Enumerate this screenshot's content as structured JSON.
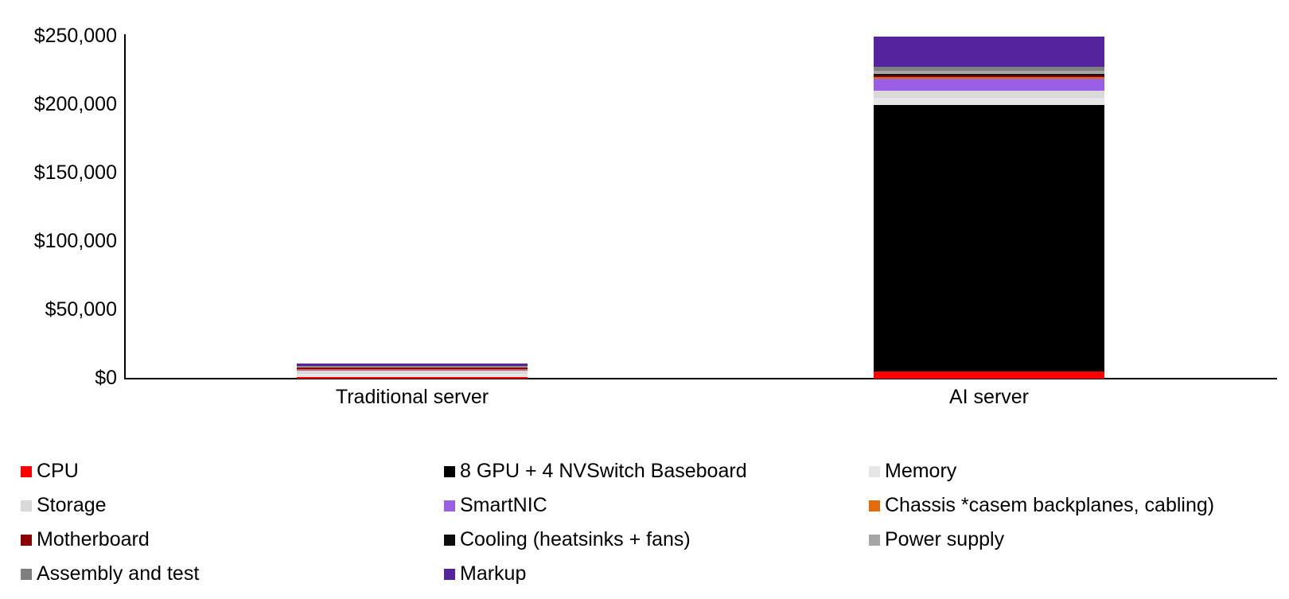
{
  "chart_data": {
    "type": "bar",
    "stacked": true,
    "title": "",
    "xlabel": "",
    "ylabel": "",
    "categories": [
      "Traditional server",
      "AI server"
    ],
    "series": [
      {
        "name": "CPU",
        "color": "#FF0000",
        "values": [
          1200,
          5000
        ]
      },
      {
        "name": "8 GPU + 4 NVSwitch Baseboard",
        "color": "#000000",
        "values": [
          0,
          195000
        ]
      },
      {
        "name": "Memory",
        "color": "#E7E6E6",
        "values": [
          2300,
          5000
        ]
      },
      {
        "name": "Storage",
        "color": "#D9D9D9",
        "values": [
          2300,
          5500
        ]
      },
      {
        "name": "SmartNIC",
        "color": "#9B5FE6",
        "values": [
          900,
          8500
        ]
      },
      {
        "name": "Chassis *casem backplanes, cabling)",
        "color": "#E36C0A",
        "values": [
          300,
          1200
        ]
      },
      {
        "name": "Motherboard",
        "color": "#8B0000",
        "values": [
          900,
          1300
        ]
      },
      {
        "name": "Cooling (heatsinks + fans)",
        "color": "#0D0D0D",
        "values": [
          300,
          1500
        ]
      },
      {
        "name": "Power supply",
        "color": "#A6A6A6",
        "values": [
          500,
          2000
        ]
      },
      {
        "name": "Assembly and test",
        "color": "#7F7F7F",
        "values": [
          800,
          3000
        ]
      },
      {
        "name": "Markup",
        "color": "#55239B",
        "values": [
          1500,
          22000
        ]
      }
    ],
    "totals": [
      11000,
      250000
    ],
    "ylim": [
      0,
      250000
    ],
    "ytick_step": 50000,
    "ytick_labels": [
      "$0",
      "$50,000",
      "$100,000",
      "$150,000",
      "$200,000",
      "$250,000"
    ],
    "grid": false,
    "axis_color": "#000000",
    "legend_position": "bottom",
    "legend_layout": [
      [
        0,
        3,
        6,
        9
      ],
      [
        1,
        4,
        7,
        10
      ],
      [
        2,
        5,
        8
      ]
    ]
  }
}
